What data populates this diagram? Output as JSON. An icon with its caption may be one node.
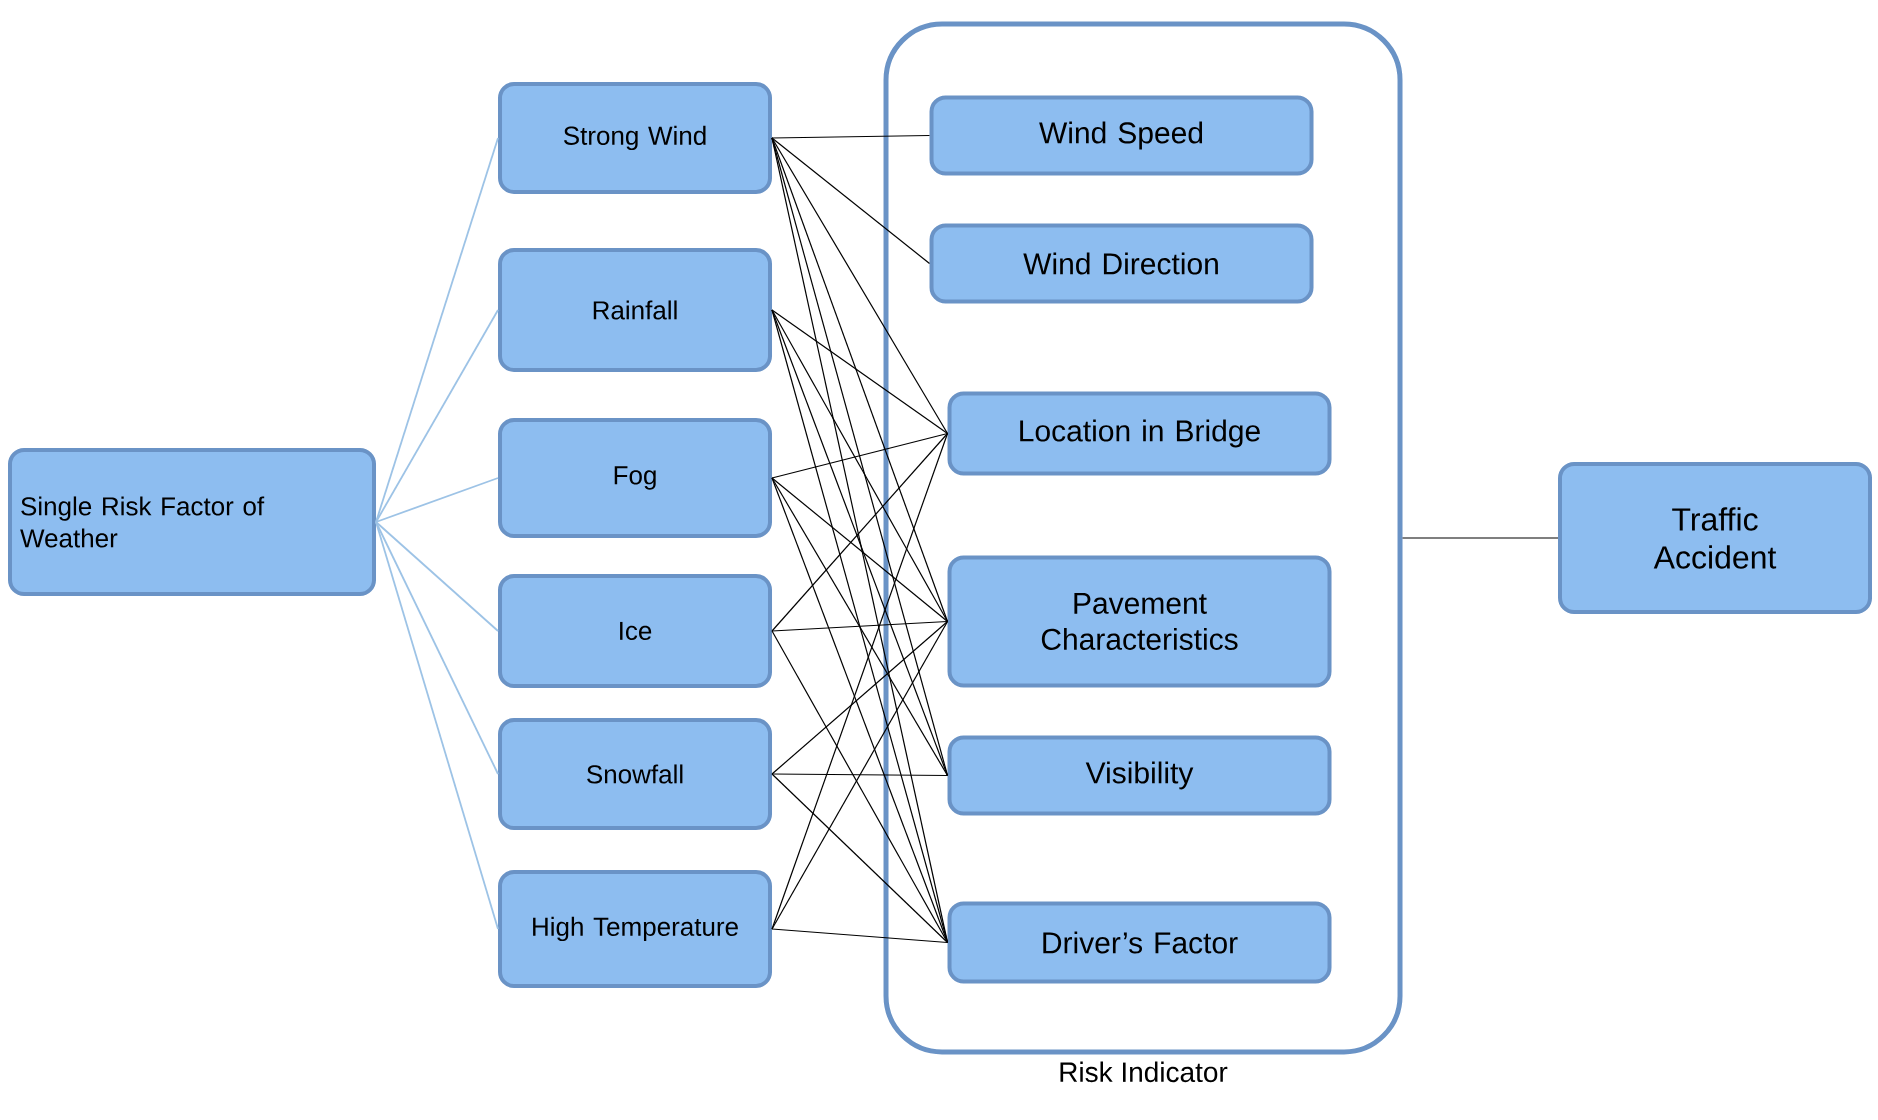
{
  "diagram": {
    "nodes": [
      {
        "text": [
          "Single Risk Factor of Weather"
        ]
      },
      {
        "text": [
          "Strong Wind"
        ]
      },
      {
        "text": [
          "Rainfall"
        ]
      },
      {
        "text": [
          "Fog"
        ]
      },
      {
        "text": [
          "Ice"
        ]
      },
      {
        "text": [
          "Snowfall"
        ]
      },
      {
        "text": [
          "High Temperature"
        ]
      },
      {
        "text": [
          "Risk Indicator"
        ]
      },
      {
        "text": [
          "Wind Speed"
        ],
        "in": 7
      },
      {
        "text": [
          "Wind Direction"
        ],
        "in": 7
      },
      {
        "text": [
          "Location in Bridge"
        ],
        "in": 7
      },
      {
        "text": [
          "Pavement Characteristics"
        ],
        "in": 7
      },
      {
        "text": [
          "Visibility"
        ],
        "in": 7
      },
      {
        "text": [
          "Driver’s Factor"
        ],
        "in": 7
      },
      {
        "text": [
          "Traffic Accident"
        ]
      }
    ],
    "edges": [
      {
        "from": 0,
        "to": 1,
        "arrow": "none",
        "color": "#9dc3e6"
      },
      {
        "from": 0,
        "to": 2,
        "arrow": "none",
        "color": "#9dc3e6"
      },
      {
        "from": 0,
        "to": 3,
        "arrow": "none",
        "color": "#9dc3e6"
      },
      {
        "from": 0,
        "to": 4,
        "arrow": "none",
        "color": "#9dc3e6"
      },
      {
        "from": 0,
        "to": 5,
        "arrow": "none",
        "color": "#9dc3e6"
      },
      {
        "from": 0,
        "to": 6,
        "arrow": "none",
        "color": "#9dc3e6"
      },
      {
        "from": 1,
        "to": 8,
        "arrow": "none"
      },
      {
        "from": 1,
        "to": 9,
        "arrow": "none"
      },
      {
        "from": 1,
        "to": 10,
        "arrow": "none"
      },
      {
        "from": 1,
        "to": 11,
        "arrow": "none"
      },
      {
        "from": 1,
        "to": 12,
        "arrow": "none"
      },
      {
        "from": 1,
        "to": 13,
        "arrow": "none"
      },
      {
        "from": 2,
        "to": 10,
        "arrow": "none"
      },
      {
        "from": 2,
        "to": 11,
        "arrow": "none"
      },
      {
        "from": 2,
        "to": 12,
        "arrow": "none"
      },
      {
        "from": 2,
        "to": 13,
        "arrow": "none"
      },
      {
        "from": 3,
        "to": 10,
        "arrow": "none"
      },
      {
        "from": 3,
        "to": 11,
        "arrow": "none"
      },
      {
        "from": 3,
        "to": 12,
        "arrow": "none"
      },
      {
        "from": 3,
        "to": 13,
        "arrow": "none"
      },
      {
        "from": 4,
        "to": 10,
        "arrow": "none"
      },
      {
        "from": 4,
        "to": 11,
        "arrow": "none"
      },
      {
        "from": 4,
        "to": 13,
        "arrow": "none"
      },
      {
        "from": 5,
        "to": 11,
        "arrow": "none"
      },
      {
        "from": 5,
        "to": 12,
        "arrow": "none"
      },
      {
        "from": 5,
        "to": 13,
        "arrow": "none"
      },
      {
        "from": 6,
        "to": 10,
        "arrow": "none"
      },
      {
        "from": 6,
        "to": 11,
        "arrow": "none"
      },
      {
        "from": 6,
        "to": 13,
        "arrow": "none"
      },
      {
        "from": 7,
        "to": 14,
        "arrow": "none"
      }
    ]
  }
}
